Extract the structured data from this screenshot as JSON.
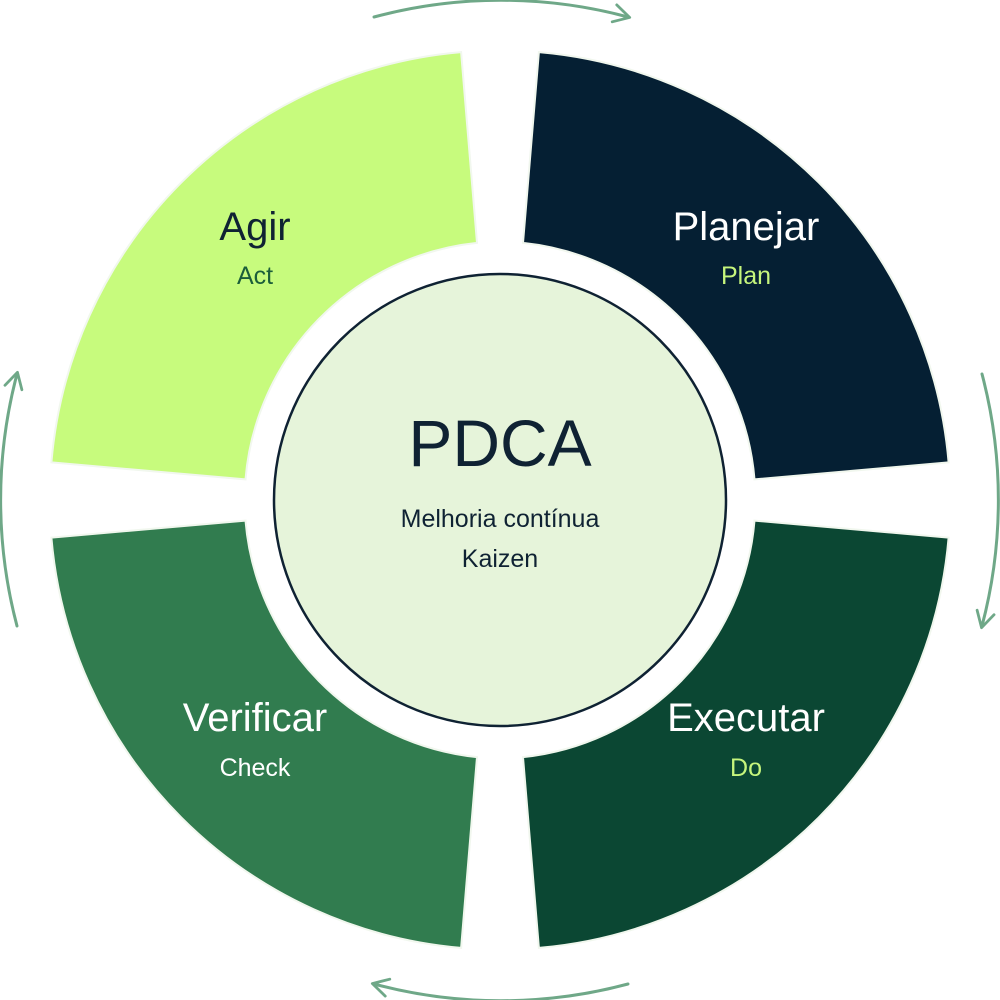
{
  "diagram": {
    "center": {
      "title": "PDCA",
      "line1": "Melhoria contínua",
      "line2": "Kaizen",
      "fill": "#e6f4da",
      "stroke": "#0f2233",
      "text_color": "#0f2233"
    },
    "segments": {
      "plan": {
        "title": "Planejar",
        "subtitle": "Plan",
        "fill": "#051f33",
        "title_color": "#ffffff",
        "subtitle_color": "#c6f57c"
      },
      "do": {
        "title": "Executar",
        "subtitle": "Do",
        "fill": "#0b4733",
        "title_color": "#ffffff",
        "subtitle_color": "#c6f57c"
      },
      "check": {
        "title": "Verificar",
        "subtitle": "Check",
        "fill": "#317c4f",
        "title_color": "#ffffff",
        "subtitle_color": "#ffffff"
      },
      "act": {
        "title": "Agir",
        "subtitle": "Act",
        "fill": "#c7fb7d",
        "title_color": "#0f2233",
        "subtitle_color": "#1b5e3a"
      }
    },
    "arrow_color": "#6fa888",
    "ring_border": "#f1f7ee"
  }
}
